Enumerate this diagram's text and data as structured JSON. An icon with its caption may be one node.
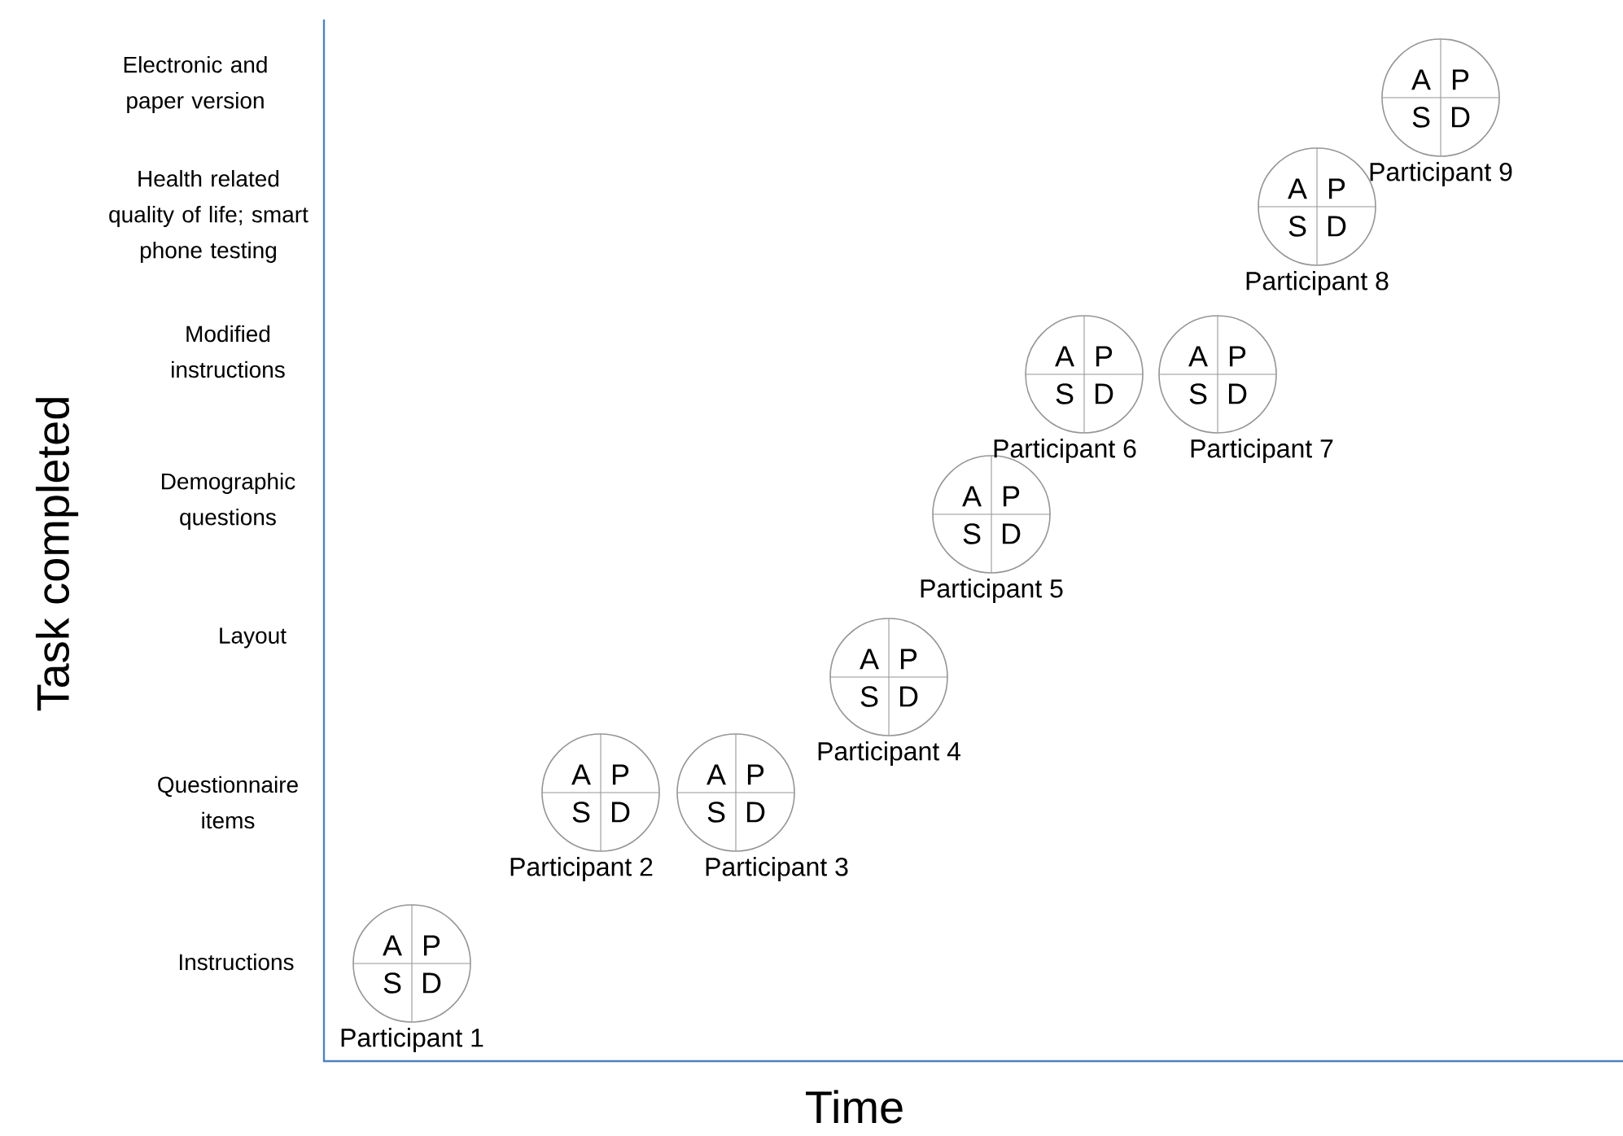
{
  "diagram": {
    "nodes": [
      {
        "text": [
          "A",
          "P",
          "S",
          "D"
        ],
        "beside": [
          "Participant 1"
        ]
      },
      {
        "text": [
          "A",
          "P",
          "S",
          "D"
        ],
        "beside": [
          "Participant 2"
        ]
      },
      {
        "text": [
          "A",
          "P",
          "S",
          "D"
        ],
        "beside": [
          "Participant 3"
        ]
      },
      {
        "text": [
          "A",
          "P",
          "S",
          "D"
        ],
        "beside": [
          "Participant 4"
        ]
      },
      {
        "text": [
          "A",
          "P",
          "S",
          "D"
        ],
        "beside": [
          "Participant 5"
        ]
      },
      {
        "text": [
          "A",
          "P",
          "S",
          "D"
        ],
        "beside": [
          "Participant 6"
        ]
      },
      {
        "text": [
          "A",
          "P",
          "S",
          "D"
        ],
        "beside": [
          "Participant 7"
        ]
      },
      {
        "text": [
          "A",
          "P",
          "S",
          "D"
        ],
        "beside": [
          "Participant 8"
        ]
      },
      {
        "text": [
          "A",
          "P",
          "S",
          "D"
        ],
        "beside": [
          "Participant 9"
        ]
      }
    ],
    "labels": [
      "Electronic and paper version",
      "Health related quality of life; smart phone testing",
      "Modified instructions",
      "Demographic questions",
      "Layout",
      "Questionnaire items",
      "Instructions",
      "Task completed",
      "Time"
    ]
  }
}
